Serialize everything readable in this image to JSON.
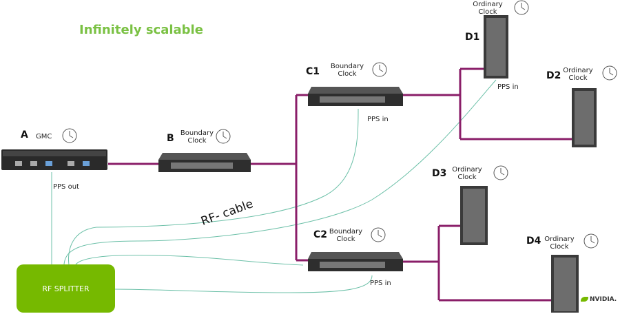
{
  "title": "Infinitely scalable",
  "splitter_label": "RF SPLITTER",
  "rf_cable_label": "RF- cable",
  "logo_text": "NVIDIA.",
  "colors": {
    "accent_green": "#76b900",
    "title_green": "#7ac143",
    "link_purple": "#8a1e68",
    "pps_line": "#6cc0a8"
  },
  "nodes": {
    "A": {
      "letter": "A",
      "role": "GMC",
      "pps": "PPS out"
    },
    "B": {
      "letter": "B",
      "role": "Boundary Clock"
    },
    "C1": {
      "letter": "C1",
      "role": "Boundary Clock",
      "pps": "PPS in"
    },
    "C2": {
      "letter": "C2",
      "role": "Boundary Clock",
      "pps": "PPS in"
    },
    "D1": {
      "letter": "D1",
      "role": "Ordinary Clock",
      "pps": "PPS in"
    },
    "D2": {
      "letter": "D2",
      "role": "Ordinary Clock"
    },
    "D3": {
      "letter": "D3",
      "role": "Ordinary Clock"
    },
    "D4": {
      "letter": "D4",
      "role": "Ordinary Clock"
    }
  }
}
